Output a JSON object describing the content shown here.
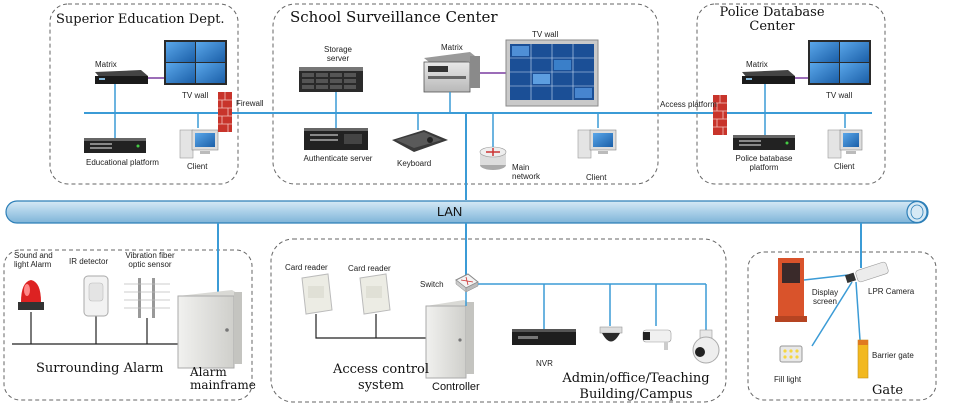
{
  "boxes": {
    "superior": "Superior Education Dept.",
    "school": "School Surveillance Center",
    "police": "Police Database Center"
  },
  "labels": {
    "matrix_left": "Matrix",
    "tvwall_left": "TV wall",
    "firewall": "Firewall",
    "edu_platform": "Educational platform",
    "client_left": "Client",
    "storage_server": "Storage server",
    "matrix_center": "Matrix",
    "tvwall_center": "TV wall",
    "auth_server": "Authenticate server",
    "keyboard": "Keyboard",
    "main_network": "Main network",
    "client_center": "Client",
    "access_platform": "Access platform",
    "matrix_right": "Matrix",
    "tvwall_right": "TV wall",
    "police_platform": "Police batabase platform",
    "client_right": "Client",
    "lan": "LAN",
    "sound_light": "Sound and light Alarm",
    "ir_detector": "IR detector",
    "vibration_fiber": "Vibration fiber optic sensor",
    "surrounding_alarm": "Surrounding Alarm",
    "alarm_mainframe": "Alarm mainframe",
    "card_reader_1": "Card reader",
    "card_reader_2": "Card reader",
    "switch": "Switch",
    "access_control": "Access control system",
    "controller": "Controller",
    "nvr": "NVR",
    "admin_campus": "Admin/office/Teaching Building/Campus",
    "display_screen": "Display screen",
    "lpr_camera": "LPR Camera",
    "fill_light": "Fill light",
    "barrier_gate": "Barrier gate",
    "gate": "Gate"
  },
  "colors": {
    "network_line": "#3b9bd6",
    "lan_fill": "#a9cfe8",
    "lan_border": "#2d7fb8",
    "dashed_border": "#666666",
    "firewall": "#c8342b",
    "device_link": "#7a3ca0",
    "gate_post": "#d9532b",
    "barrier_yellow": "#f2b81f",
    "monitor_blue": "#1f6fc0"
  },
  "icons": [
    "matrix-switch-icon",
    "tv-wall-icon",
    "firewall-icon",
    "server-icon",
    "client-pc-icon",
    "keyboard-icon",
    "router-icon",
    "alarm-siren-icon",
    "ir-detector-icon",
    "vibration-sensor-icon",
    "alarm-mainframe-icon",
    "card-reader-icon",
    "network-switch-icon",
    "controller-cabinet-icon",
    "nvr-icon",
    "dome-camera-icon",
    "bullet-camera-icon",
    "ptz-camera-icon",
    "display-screen-icon",
    "lpr-camera-icon",
    "fill-light-icon",
    "barrier-gate-icon"
  ]
}
